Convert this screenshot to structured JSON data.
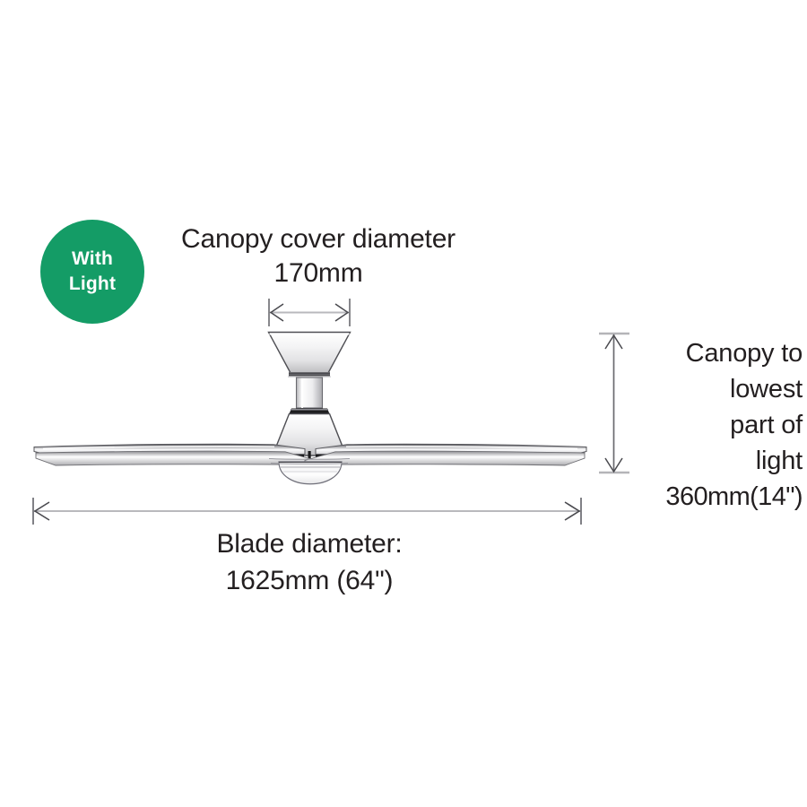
{
  "page": {
    "background_color": "#ffffff",
    "text_color": "#231f20"
  },
  "badge": {
    "name": "with-light-badge",
    "color": "#149c66",
    "text_color": "#ffffff",
    "line1": "With",
    "line2": "Light"
  },
  "annotations": {
    "canopy_diameter": {
      "line1": "Canopy cover diameter",
      "line2": "170mm",
      "value_mm": 170
    },
    "blade_diameter": {
      "line1": "Blade diameter:",
      "line2": "1625mm (64\")",
      "value_mm": 1625,
      "value_in": 64
    },
    "canopy_to_light": {
      "line1": "Canopy to",
      "line2": "lowest",
      "line3": "part of",
      "line4": "light",
      "line5": "360mm(14\")",
      "value_mm": 360,
      "value_in": 14
    }
  },
  "product": {
    "type": "ceiling-fan-with-light",
    "view": "front-elevation",
    "parts": [
      "canopy-cover",
      "downrod",
      "motor-housing",
      "light-dome",
      "blade-left",
      "blade-right"
    ]
  },
  "dimension_lines": {
    "canopy_horizontal": {
      "label": "170mm",
      "orientation": "horizontal"
    },
    "blade_horizontal": {
      "label": "1625mm (64\")",
      "orientation": "horizontal"
    },
    "light_vertical": {
      "label": "360mm(14\")",
      "orientation": "vertical"
    }
  }
}
